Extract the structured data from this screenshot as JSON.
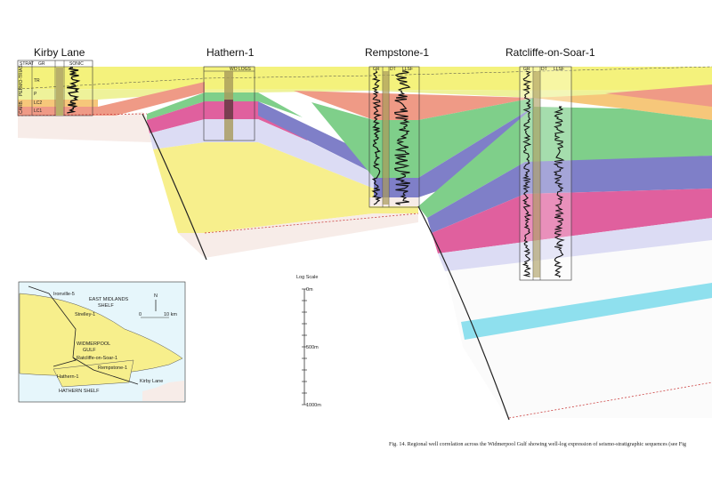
{
  "wells": [
    {
      "name": "Kirby Lane",
      "columns": [
        "STRAT",
        "GR",
        "SONIC"
      ]
    },
    {
      "name": "Hathern-1",
      "columns": [
        "WO LOGS"
      ]
    },
    {
      "name": "Rempstone-1",
      "columns": [
        "GR",
        "DT",
        "LLSF"
      ]
    },
    {
      "name": "Ratcliffe-on-Soar-1",
      "columns": [
        "GR",
        "DT",
        "LLSF"
      ]
    }
  ],
  "strat": {
    "groups": [
      "PERMO-TRIAS",
      "CARB."
    ],
    "units": [
      "TR",
      "P",
      "LC2",
      "LC1"
    ]
  },
  "scale": {
    "title": "Log Scale",
    "labels": [
      "0m",
      "500m",
      "1000m"
    ]
  },
  "map": {
    "labels": {
      "ironville": "Ironville-5",
      "east_midlands": "EAST MIDLANDS",
      "shelf": "SHELF",
      "strelley": "Strelley-1",
      "widmerpool": "WIDMERPOOL",
      "gulf": "GULF",
      "ratcliffe": "Ratcliffe-on-Soar-1",
      "rempstone": "Rempstone-1",
      "hathern": "Hathern-1",
      "kirby": "Kirby Lane",
      "hathern_shelf": "HATHERN SHELF",
      "north": "N",
      "scale_min": "0",
      "scale_max": "10 km"
    }
  },
  "caption": "Fig. 14. Regional well correlation across the Widmerpool Gulf showing well-log expression of seismo-stratigraphic sequences (see Fig",
  "colors": {
    "triassic": "#f4f27c",
    "permian": "#e6f09a",
    "salmon": "#ef9a86",
    "green": "#7fcf8a",
    "magenta": "#e0609e",
    "purple": "#7f7fc8",
    "lavender": "#dcdcf4",
    "yellow": "#f7ef8c",
    "cyan": "#8fe0ee",
    "basement": "#f7ece8",
    "map_bg": "#e6f6fb"
  }
}
